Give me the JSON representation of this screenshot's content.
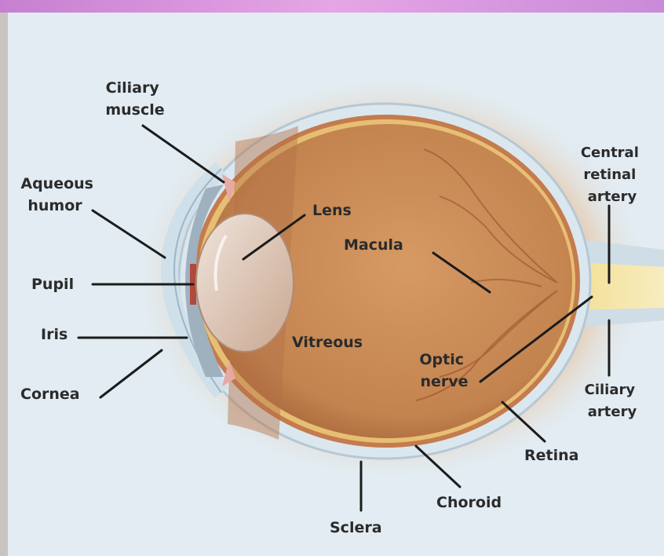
{
  "colors": {
    "top_band": "#d98fd9",
    "background": "#e2ecf2",
    "sclera": "#dbe7ee",
    "eyeball_glow": "#e6b98a",
    "vitreous": "#c98851",
    "label_text": "#2b2b2b"
  },
  "labels": {
    "ciliary_muscle": [
      "Ciliary",
      "muscle"
    ],
    "aqueous_humor": [
      "Aqueous",
      "humor"
    ],
    "pupil": "Pupil",
    "iris": "Iris",
    "cornea": "Cornea",
    "lens": "Lens",
    "macula": "Macula",
    "vitreous": "Vitreous",
    "optic_nerve": [
      "Optic",
      "nerve"
    ],
    "central_retinal_artery": [
      "Central",
      "retinal",
      "artery"
    ],
    "ciliary_artery": [
      "Ciliary",
      "artery"
    ],
    "retina": "Retina",
    "choroid": "Choroid",
    "sclera": "Sclera"
  }
}
